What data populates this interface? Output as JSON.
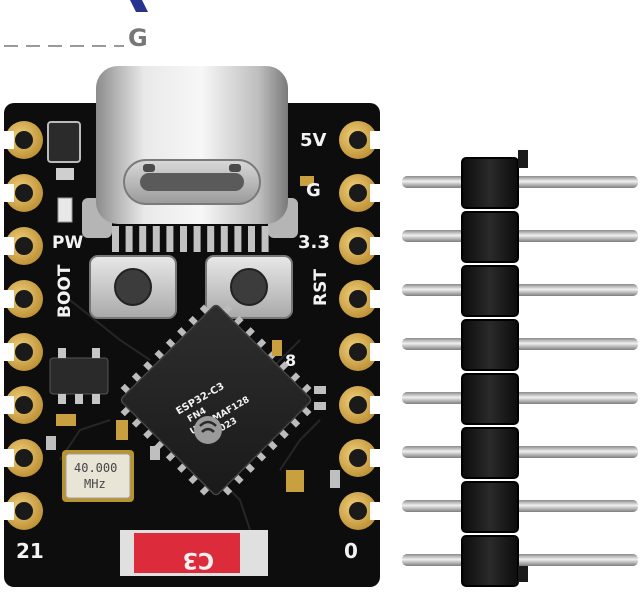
{
  "board": {
    "labels": {
      "v5": "5V",
      "gnd": "G",
      "v33": "3.3",
      "rst": "RST",
      "pw": "PW",
      "boot": "BOOT",
      "pin21": "21",
      "pin0": "0",
      "pin8": "8",
      "c3": "C3"
    },
    "chip_lines": [
      "ESP32-C3",
      "FN4",
      "UE02MAF128",
      "232023"
    ],
    "crystal_lines": [
      "40.000",
      "MHz"
    ]
  },
  "watermark": {
    "text": "G"
  },
  "colors": {
    "pcb": "#0d0d0d",
    "gold": "#d4a84b",
    "silk": "#f2f2f2",
    "header_plastic": "#141414",
    "pin_metal": "#c9c9c9",
    "watermark_accent": "#27338f"
  },
  "header": {
    "pin_count": 8
  }
}
